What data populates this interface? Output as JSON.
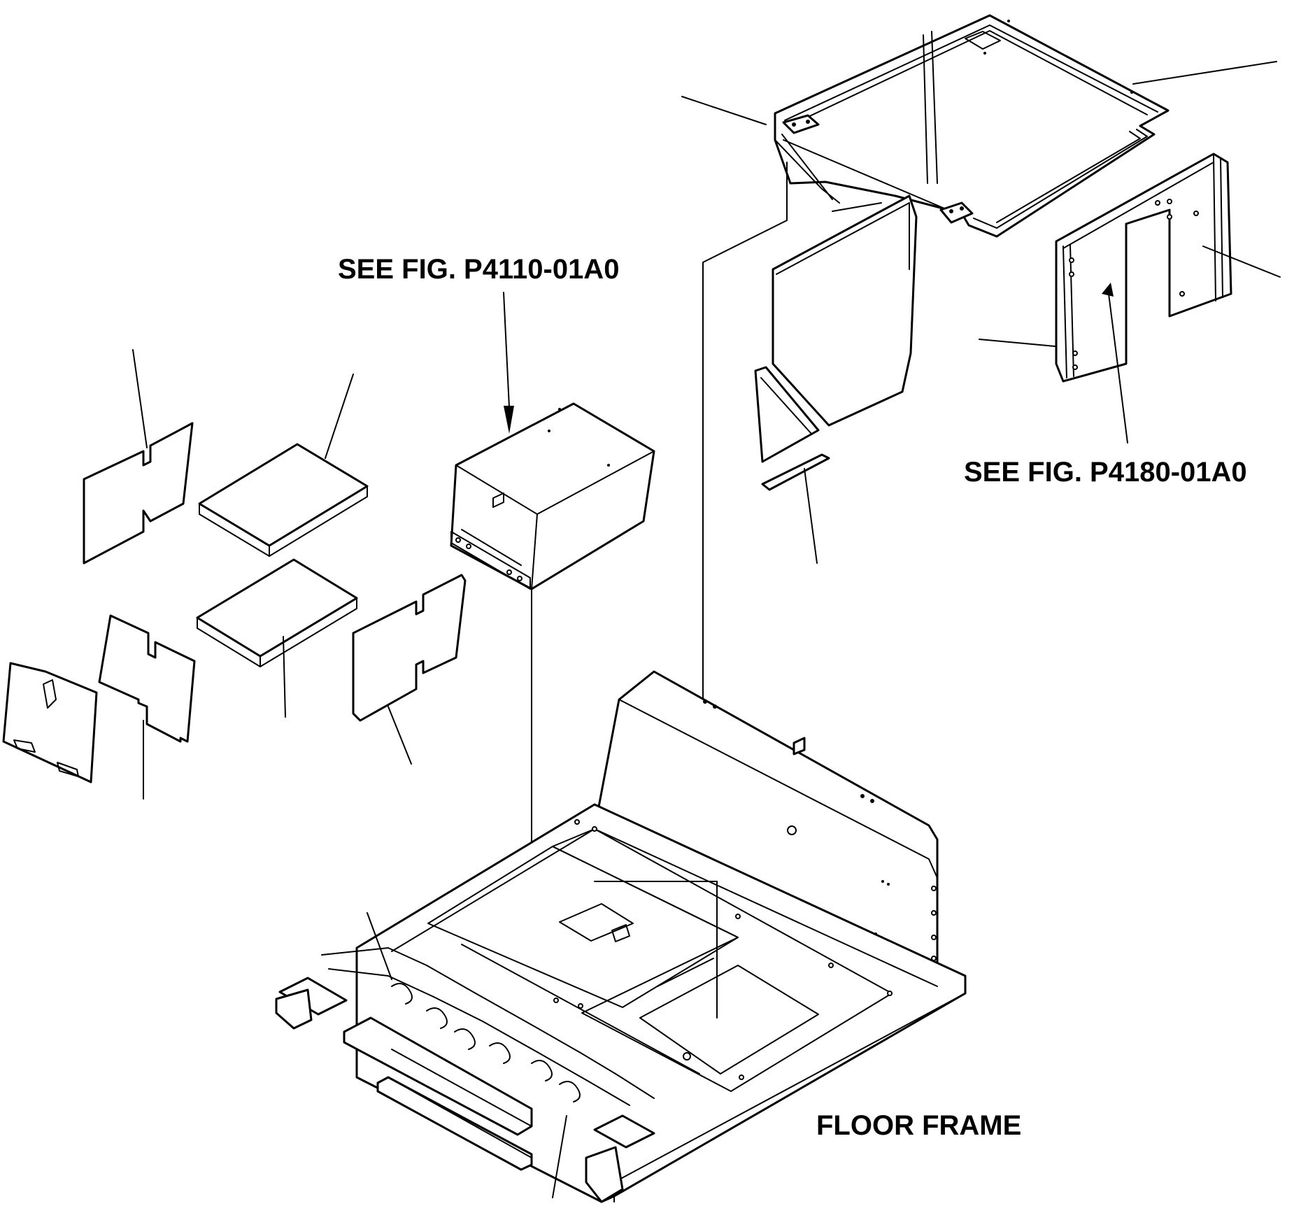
{
  "diagram": {
    "labels": {
      "see_fig_a": "SEE FIG. P4110-01A0",
      "see_fig_b": "SEE FIG. P4180-01A0",
      "floor_frame": "FLOOR FRAME"
    },
    "colors": {
      "line": "#000000",
      "background": "#ffffff"
    }
  }
}
